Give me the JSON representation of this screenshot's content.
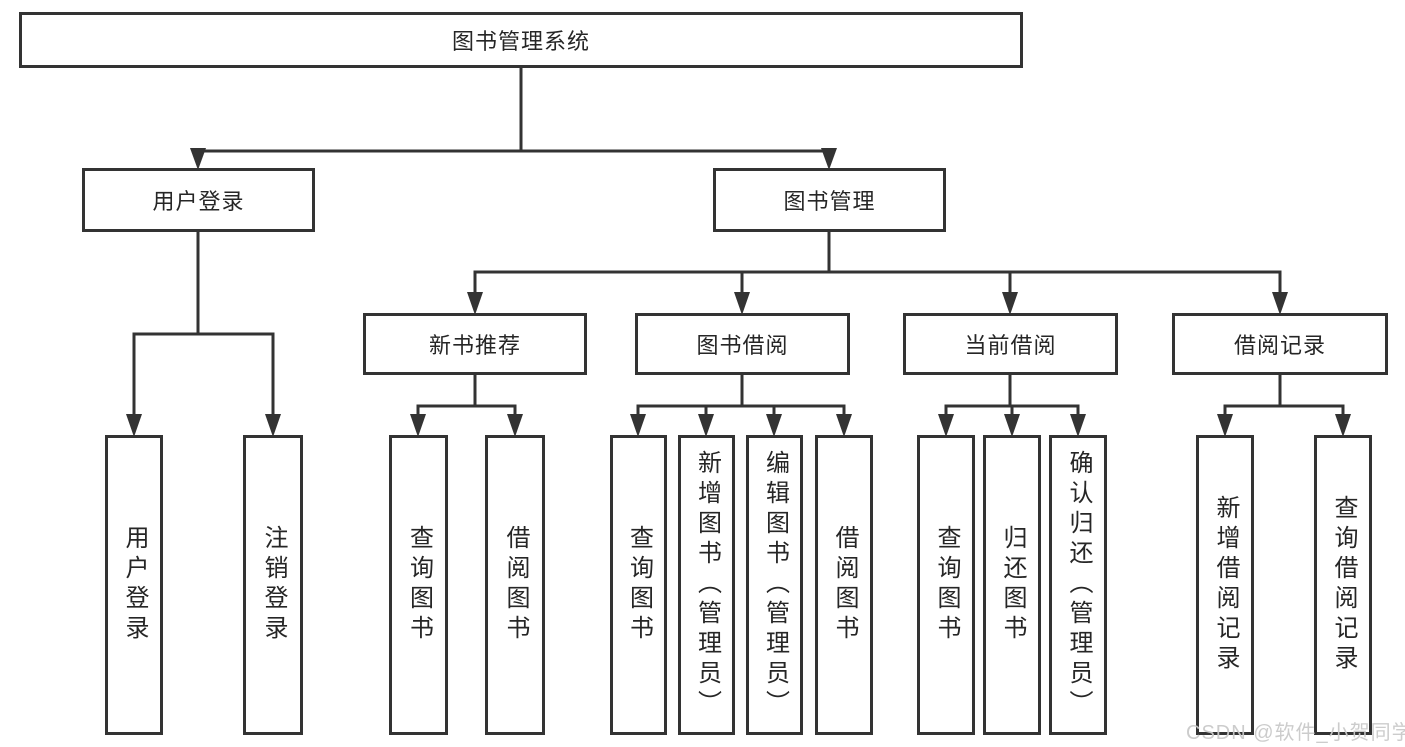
{
  "nodes": {
    "root": "图书管理系统",
    "user_login": "用户登录",
    "book_mgmt": "图书管理",
    "new_book_rec": "新书推荐",
    "book_borrow": "图书借阅",
    "current_borrow": "当前借阅",
    "borrow_records": "借阅记录",
    "leaves": {
      "user_login": [
        "用户登录",
        "注销登录"
      ],
      "new_book_rec": [
        "查询图书",
        "借阅图书"
      ],
      "book_borrow": [
        "查询图书",
        "新增图书（管理员）",
        "编辑图书（管理员）",
        "借阅图书"
      ],
      "current_borrow": [
        "查询图书",
        "归还图书",
        "确认归还（管理员）"
      ],
      "borrow_records": [
        "新增借阅记录",
        "查询借阅记录"
      ]
    }
  },
  "watermark": "CSDN @软件_小贺同学",
  "colors": {
    "line": "#333333",
    "text": "#262626",
    "background": "#ffffff",
    "watermark": "#c9c9c9"
  }
}
